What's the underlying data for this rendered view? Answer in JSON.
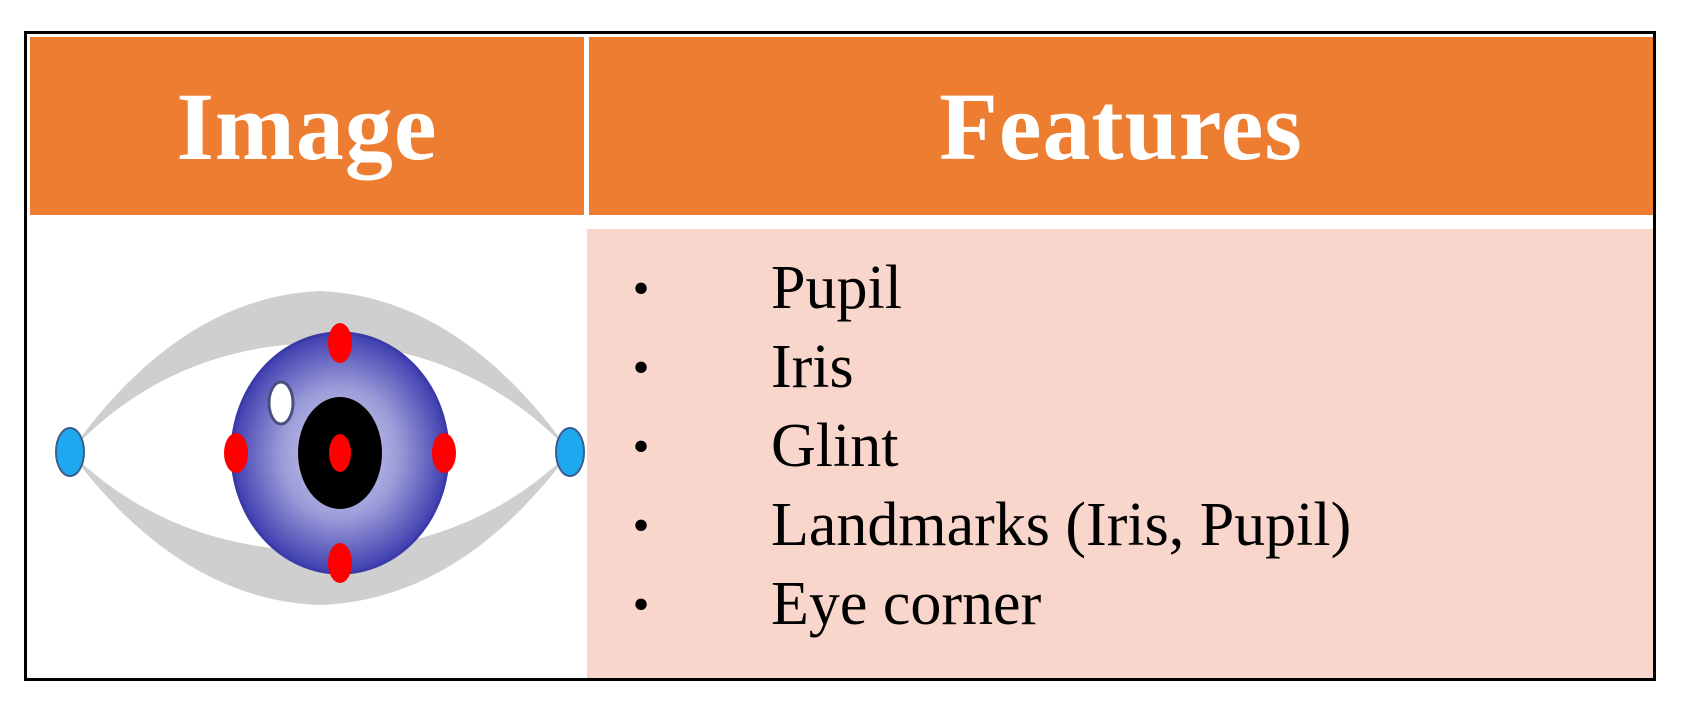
{
  "table": {
    "header": {
      "image_label": "Image",
      "features_label": "Features"
    },
    "features": [
      {
        "bullet": "•",
        "text": "Pupil"
      },
      {
        "bullet": "•",
        "text": "Iris"
      },
      {
        "bullet": "•",
        "text": "Glint"
      },
      {
        "bullet": "•",
        "text": "Landmarks (Iris, Pupil)"
      },
      {
        "bullet": "•",
        "text": "Eye corner"
      }
    ]
  },
  "colors": {
    "header_bg": "#ED7D31",
    "features_bg": "#F8D6CB",
    "eyelid": "#CFCFCF",
    "iris_edge": "#3F3FB0",
    "iris_center": "#C8C8F0",
    "pupil": "#000000",
    "landmark": "#FF0000",
    "eye_corner": "#1EA8F0",
    "glint": "#FFFFFF"
  },
  "icons": {
    "eye": "eye-diagram-icon"
  }
}
